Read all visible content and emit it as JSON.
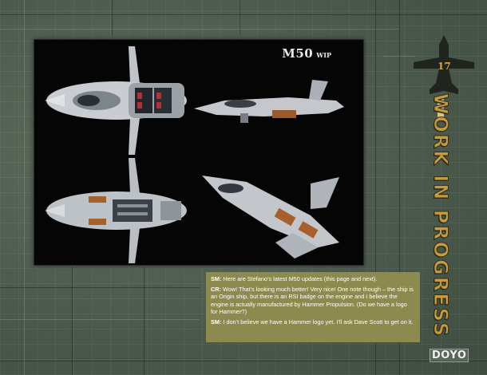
{
  "panel": {
    "ship_name": "M50",
    "ship_status": "WIP"
  },
  "badge": {
    "number": "17"
  },
  "banner": {
    "label": "WORK IN PROGRESS"
  },
  "notes": [
    {
      "speaker": "SM:",
      "text": "Here are Stefano’s latest M50 updates (this page and next)."
    },
    {
      "speaker": "CR:",
      "text": "Wow! That’s looking much better! Very nice! One note though – the ship is an Origin ship, but there is an RSI badge on the engine and I believe the engine is actually manufactured by Hammer Propulsion. (Do we have a logo for Hammer?)"
    },
    {
      "speaker": "SM:",
      "text": "I don’t believe we have a Hammer logo yet. I’ll ask Dave Scott to get on it."
    }
  ],
  "footer": {
    "publisher": "DOYO"
  },
  "colors": {
    "background": "#4f5d50",
    "notes_box": "#8c8a4f",
    "banner": "#c79a3d",
    "panel": "#050505"
  }
}
